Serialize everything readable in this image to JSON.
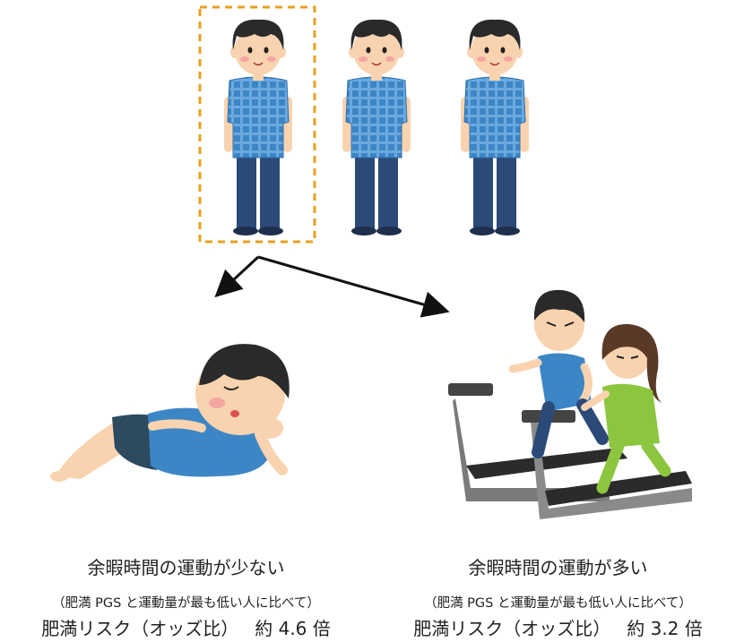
{
  "left_panel": {
    "title": "余暇時間の運動が少ない",
    "subtitle": "（肥満 PGS と運動量が最も低い人に比べて）",
    "result_label": "肥満リスク（オッズ比）",
    "result_value": "約 4.6 倍"
  },
  "right_panel": {
    "title": "余暇時間の運動が多い",
    "subtitle": "（肥満 PGS と運動量が最も低い人に比べて）",
    "result_label": "肥満リスク（オッズ比）",
    "result_value": "約 3.2 倍"
  },
  "colors": {
    "highlight_border": "#e8a020",
    "shirt_blue": "#3d86c6",
    "pants_navy": "#2c4a78",
    "hair": "#2a2a2a",
    "skin": "#f9d3b0",
    "girl_shirt": "#8cc63f",
    "treadmill": "#555555"
  },
  "icons": [
    "standing-man-icon",
    "lying-man-icon",
    "running-people-icon",
    "treadmill-icon"
  ]
}
